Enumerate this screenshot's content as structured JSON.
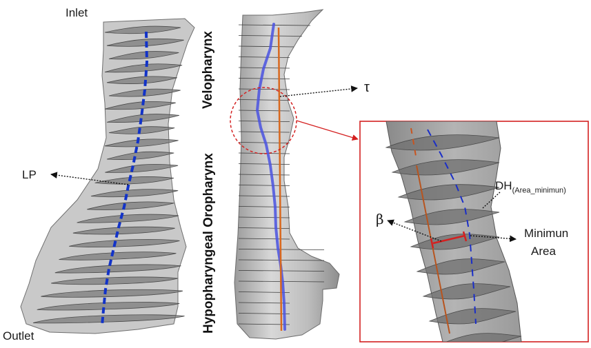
{
  "labels": {
    "inlet": "Inlet",
    "outlet": "Outlet",
    "lp": "LP",
    "tau": "τ",
    "velopharynx": "Velopharynx",
    "hypo_oropharynx": "Hypopharyngeal Oropharynx",
    "beta": "β",
    "dh_main": "DH",
    "dh_sub": "(Area_minimun)",
    "minimun_line1": "Minimun",
    "minimun_line2": "Area"
  },
  "colors": {
    "airway_fill": "#c8c8c8",
    "slice_fill": "#7d7d7d",
    "centerline_blue": "#1233c8",
    "tau_orange": "#d9681e",
    "callout_red": "#d42020",
    "leader_black": "#111111"
  }
}
